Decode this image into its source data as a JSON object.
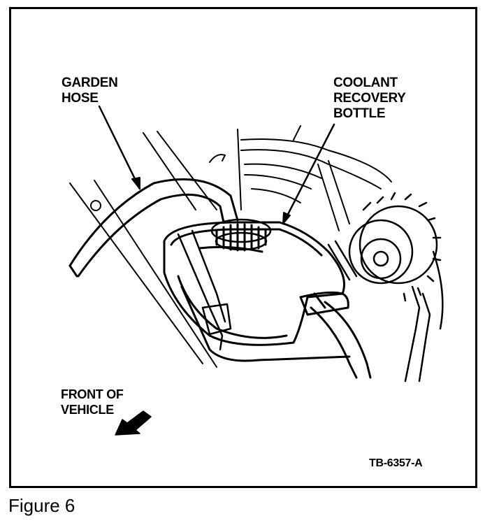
{
  "labels": {
    "garden_hose": "GARDEN\nHOSE",
    "coolant_bottle": "COOLANT\nRECOVERY\nBOTTLE",
    "front_of_vehicle": "FRONT OF\nVEHICLE",
    "figure_code": "TB-6357-A"
  },
  "caption": "Figure 6"
}
